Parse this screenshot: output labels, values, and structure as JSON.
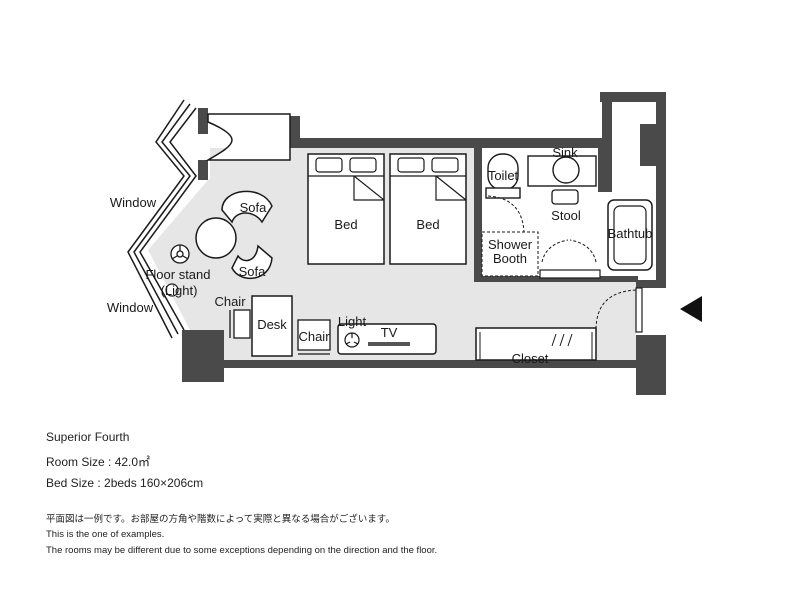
{
  "floorplan": {
    "labels": {
      "window_upper": "Window",
      "window_lower": "Window",
      "sofa_upper": "Sofa",
      "sofa_lower": "Sofa",
      "floor_stand_line1": "Floor stand",
      "floor_stand_line2": "(Light)",
      "chair_left": "Chair",
      "desk": "Desk",
      "chair_right": "Chair",
      "light": "Light",
      "tv": "TV",
      "bed_1": "Bed",
      "bed_2": "Bed",
      "toilet": "Toilet",
      "sink": "Sink",
      "stool": "Stool",
      "shower_line1": "Shower",
      "shower_line2": "Booth",
      "bathtub": "Bathtub",
      "closet": "Closet"
    },
    "colors": {
      "wall": "#4a4a4a",
      "floor": "#e6e6e6",
      "furniture": "#ffffff",
      "line": "#1a1a1a"
    }
  },
  "info": {
    "room_type": "Superior Fourth",
    "room_size": "Room Size : 42.0㎡",
    "bed_size": "Bed Size : 2beds 160×206cm"
  },
  "notes": {
    "japanese": "平面図は一例です。お部屋の方角や階数によって実際と異なる場合がございます。",
    "example": "This is the one of examples.",
    "disclaimer": "The rooms may be different due to some exceptions depending on the direction and the floor."
  }
}
